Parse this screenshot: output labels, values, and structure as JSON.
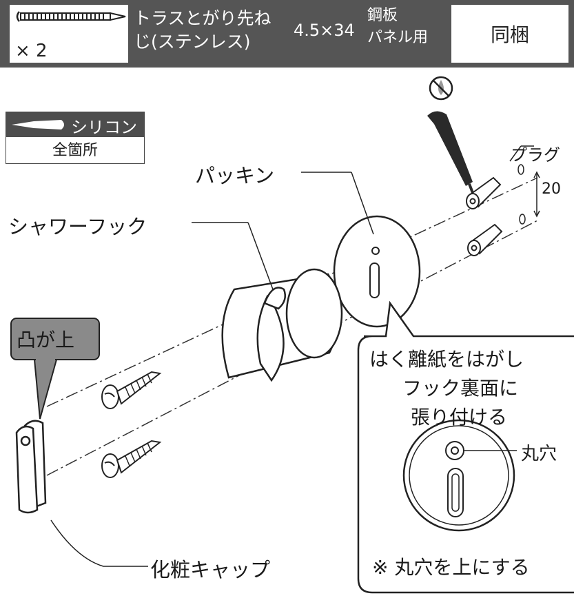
{
  "parts_table": {
    "quantity": "× 2",
    "name_line1": "トラスとがり先ね",
    "name_line2": "じ(ステンレス)",
    "size": "4.5×34",
    "material_line1": "鋼板",
    "material_line2": "パネル用",
    "note": "同梱"
  },
  "silicone_legend": {
    "label": "シリコン",
    "where": "全箇所"
  },
  "labels": {
    "packing": "パッキン",
    "shower_hook": "シャワーフック",
    "plug": "プラグ",
    "spacing": "20",
    "silicone_tube_text": "シリコン",
    "cap": "化粧キャップ",
    "convex_up": "凸が上"
  },
  "callout": {
    "line1": "はく離紙をはがし",
    "line2": "フック裏面に",
    "line3": "張り付ける",
    "round_hole": "丸穴",
    "footnote": "※ 丸穴を上にする"
  },
  "colors": {
    "dark_gray": "#555555",
    "callout_gray": "#8a8a8a"
  }
}
